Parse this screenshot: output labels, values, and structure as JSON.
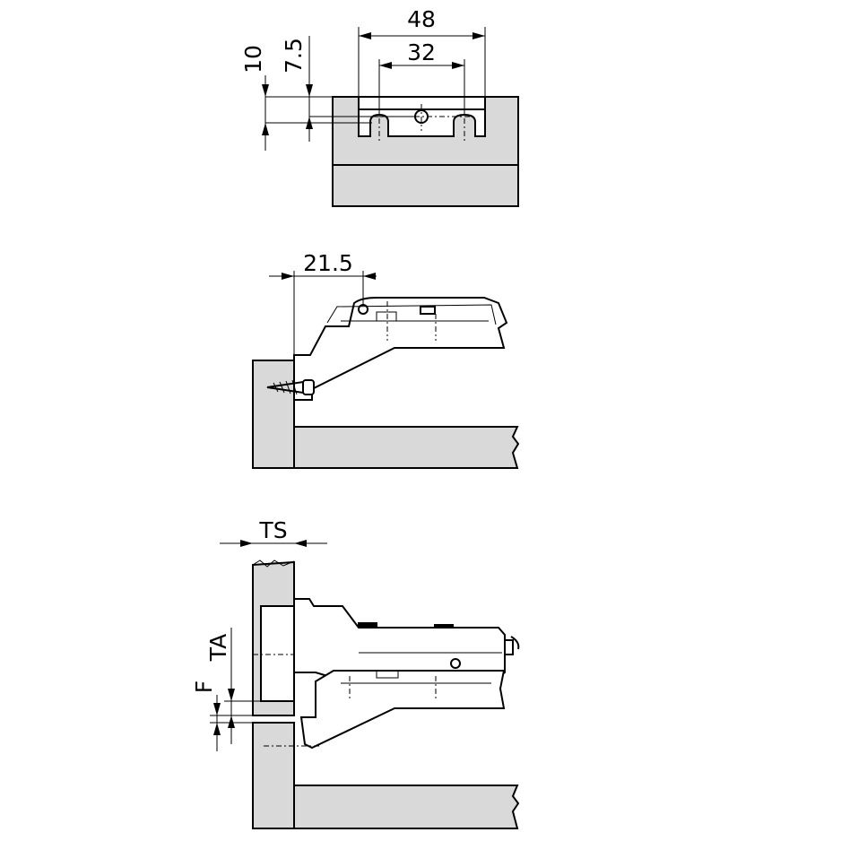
{
  "top_view": {
    "dim_width_outer": "48",
    "dim_width_inner": "32",
    "dim_vertical_a": "10",
    "dim_vertical_b": "7.5"
  },
  "middle_view": {
    "dim_offset": "21.5"
  },
  "bottom_view": {
    "dim_ts": "TS",
    "dim_ta": "TA",
    "dim_f": "F"
  }
}
